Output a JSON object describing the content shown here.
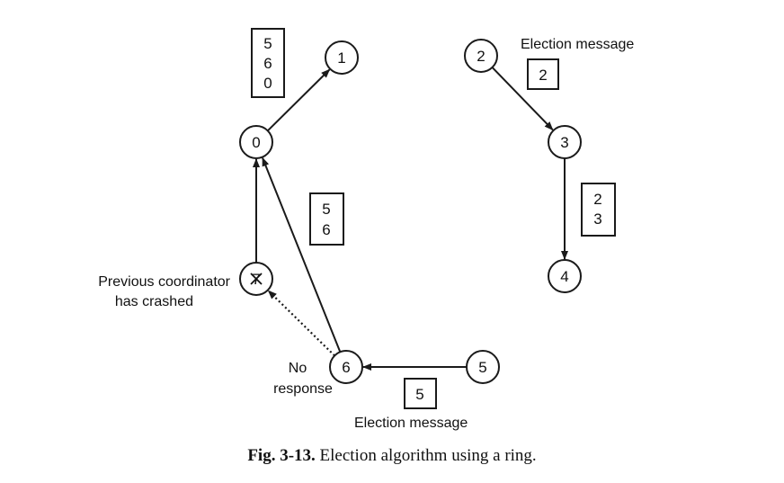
{
  "nodes": [
    {
      "id": "0",
      "label": "0"
    },
    {
      "id": "1",
      "label": "1"
    },
    {
      "id": "2",
      "label": "2"
    },
    {
      "id": "3",
      "label": "3"
    },
    {
      "id": "4",
      "label": "4"
    },
    {
      "id": "5",
      "label": "5"
    },
    {
      "id": "6",
      "label": "6"
    },
    {
      "id": "7",
      "label": "7",
      "crashed": true
    }
  ],
  "edges": [
    {
      "from": "0",
      "to": "1",
      "style": "solid"
    },
    {
      "from": "2",
      "to": "3",
      "style": "solid"
    },
    {
      "from": "3",
      "to": "4",
      "style": "solid"
    },
    {
      "from": "5",
      "to": "6",
      "style": "solid"
    },
    {
      "from": "6",
      "to": "7",
      "style": "dotted"
    },
    {
      "from": "6",
      "to": "0",
      "style": "solid"
    },
    {
      "from": "7",
      "to": "0",
      "style": "solid"
    }
  ],
  "messages": {
    "box_560": [
      "5",
      "6",
      "0"
    ],
    "box_2": [
      "2"
    ],
    "box_23": [
      "2",
      "3"
    ],
    "box_56": [
      "5",
      "6"
    ],
    "box_5": [
      "5"
    ]
  },
  "labels": {
    "election_message_top": "Election message",
    "election_message_bottom": "Election message",
    "previous_coordinator_line1": "Previous coordinator",
    "previous_coordinator_line2": "has crashed",
    "no_response_line1": "No",
    "no_response_line2": "response"
  },
  "caption": {
    "figure_number": "Fig. 3-13.",
    "text": "Election algorithm using a ring."
  }
}
